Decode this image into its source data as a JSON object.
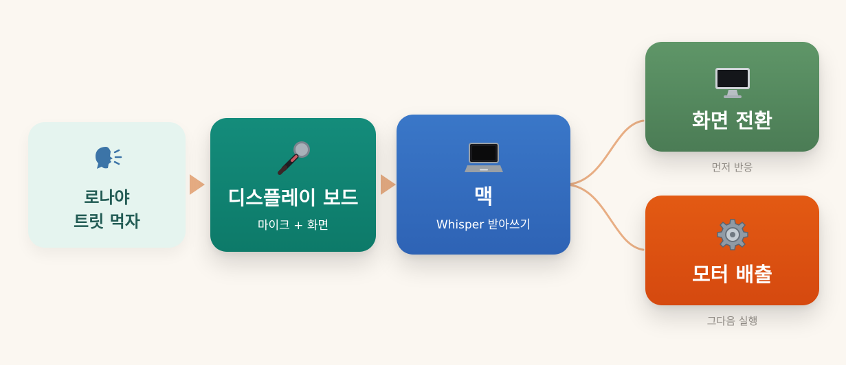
{
  "nodes": {
    "speaker": {
      "icon": "speaking-head-icon",
      "title": "로나야\n트릿 먹자"
    },
    "display_board": {
      "icon": "microphone-icon",
      "title": "디스플레이 보드",
      "subtitle": "마이크 + 화면"
    },
    "mac": {
      "icon": "laptop-icon",
      "title": "맥",
      "subtitle": "Whisper 받아쓰기"
    },
    "screen_switch": {
      "icon": "desktop-computer-icon",
      "title": "화면 전환",
      "caption": "먼저 반응"
    },
    "motor_dispense": {
      "icon": "gear-icon",
      "title": "모터 배출",
      "caption": "그다음 실행"
    }
  },
  "colors": {
    "background": "#fbf7f1",
    "speaker_bg": "#e5f4ef",
    "speaker_text": "#225b54",
    "display_board": "#148c7b",
    "mac": "#3a77c8",
    "screen_switch": "#5f9668",
    "motor_dispense": "#e35a13",
    "connector": "#e8ae84",
    "caption_text": "#8f8a84"
  }
}
